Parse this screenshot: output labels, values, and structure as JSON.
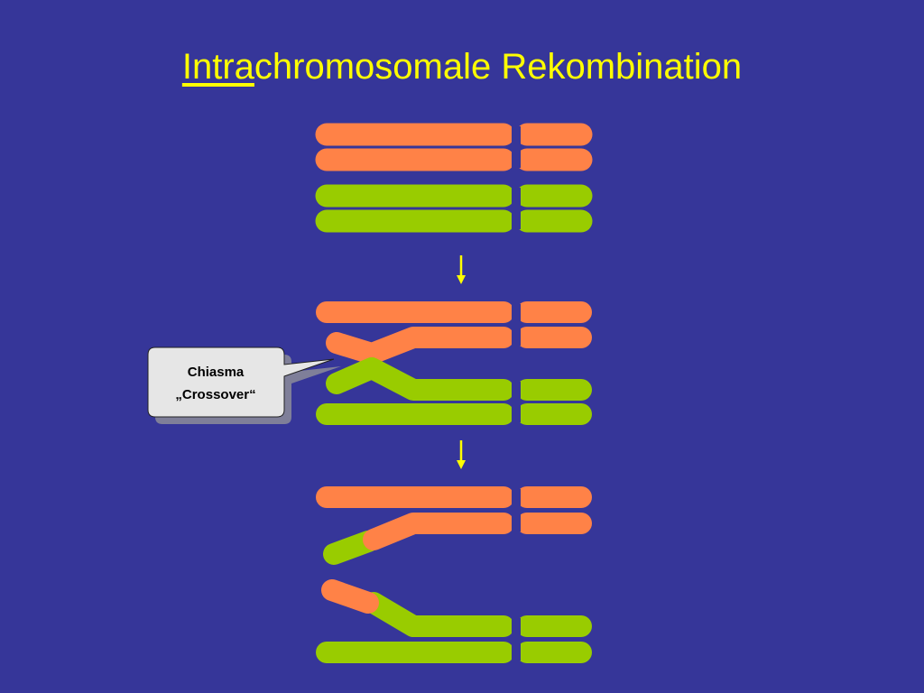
{
  "title": {
    "underlined": "Intra",
    "rest": "chromosomale Rekombination",
    "color": "#ffff00"
  },
  "callout": {
    "line1": "Chiasma",
    "line2": "„Crossover“"
  },
  "colors": {
    "background": "#363699",
    "orange": "#ff8247",
    "green": "#99cc00",
    "arrow": "#ffff00",
    "callout_fill": "#e6e6e6",
    "callout_shadow": "#7f7f99"
  },
  "stages": [
    {
      "name": "before-recombination"
    },
    {
      "name": "chiasma-crossover"
    },
    {
      "name": "after-recombination"
    }
  ]
}
